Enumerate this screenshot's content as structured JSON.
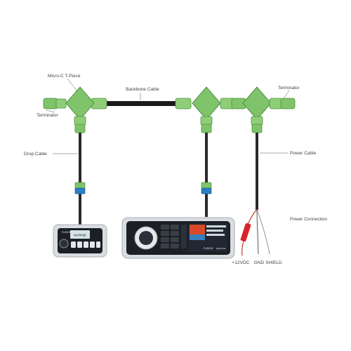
{
  "labels": {
    "micro_t_piece": "Micro-C T-Piece",
    "backbone_cable": "Backbone Cable",
    "terminator_left": "Terminator",
    "terminator_right": "Terminator",
    "drop_cable": "Drop Cable",
    "power_cable": "Power Cable",
    "power_connection": "Power Connection",
    "wire_12vdc": "+12VDC",
    "wire_gnd": "GND",
    "wire_shield": "SHIELD"
  },
  "device_small": {
    "brand": "FUSION",
    "screen_text": "MARINE"
  },
  "device_large": {
    "brand": "FUSION",
    "model": "MS-IP700"
  },
  "colors": {
    "connector_green": "#7fc36a",
    "connector_outline": "#4f9141",
    "backbone_cable": "#1a1a1a",
    "drop_cable": "#2a2a2a",
    "coupler_blue": "#2a7fc4",
    "wire_red": "#d8232a",
    "device_silver": "#d9dde2",
    "device_face": "#1c1f24"
  }
}
